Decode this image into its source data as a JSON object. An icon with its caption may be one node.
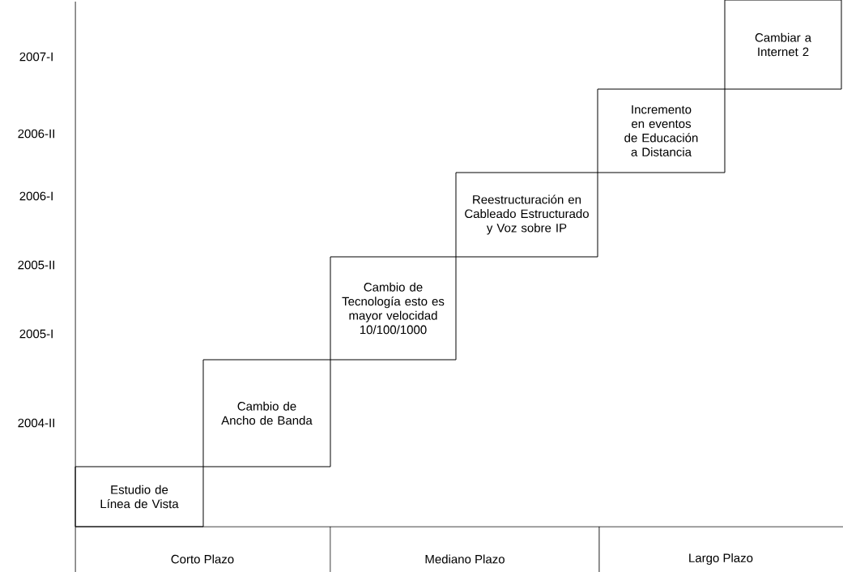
{
  "diagram": {
    "nodes": [
      {
        "text": [
          "Estudio de Línea de Vista"
        ]
      },
      {
        "text": [
          "Cambio de Ancho de Banda"
        ]
      },
      {
        "text": [
          "Cambio de Tecnología esto es mayor velocidad 10/100/1000"
        ]
      },
      {
        "text": [
          "Reestructuración en Cableado Estructurado y Voz sobre IP"
        ]
      },
      {
        "text": [
          "Incremento en eventos de Educación a Distancia"
        ]
      },
      {
        "text": [
          "Cambiar a Internet 2"
        ]
      }
    ],
    "labels": [
      "2007-I",
      "2006-II",
      "2006-I",
      "2005-II",
      "2005-I",
      "2004-II",
      "Corto Plazo",
      "Mediano Plazo",
      "Largo Plazo"
    ]
  }
}
